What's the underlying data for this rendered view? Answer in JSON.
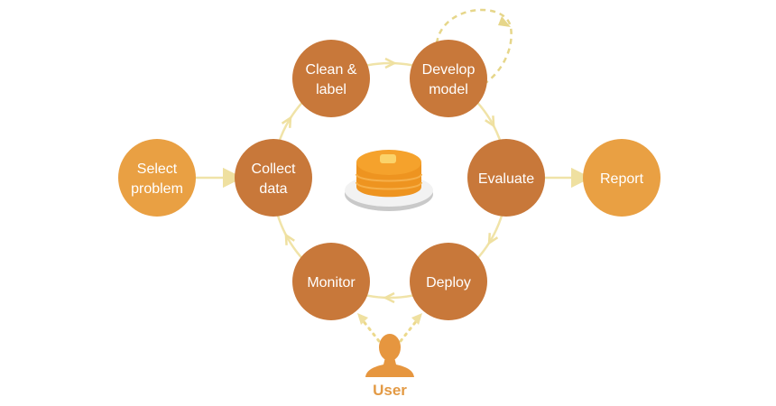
{
  "colors": {
    "cycle_node": "#c8783a",
    "outer_node": "#e9a043",
    "connector": "#efe0a0",
    "user": "#e6963f"
  },
  "nodes": [
    {
      "id": "select-problem",
      "lines": [
        "Select",
        "problem"
      ],
      "kind": "outer"
    },
    {
      "id": "collect-data",
      "lines": [
        "Collect",
        "data"
      ],
      "kind": "cycle"
    },
    {
      "id": "clean-label",
      "lines": [
        "Clean &",
        "label"
      ],
      "kind": "cycle"
    },
    {
      "id": "develop-model",
      "lines": [
        "Develop",
        "model"
      ],
      "kind": "cycle"
    },
    {
      "id": "evaluate",
      "lines": [
        "Evaluate"
      ],
      "kind": "cycle"
    },
    {
      "id": "deploy",
      "lines": [
        "Deploy"
      ],
      "kind": "cycle"
    },
    {
      "id": "monitor",
      "lines": [
        "Monitor"
      ],
      "kind": "cycle"
    },
    {
      "id": "report",
      "lines": [
        "Report"
      ],
      "kind": "outer"
    }
  ],
  "center_icon": "pancake-stack-icon",
  "user": {
    "label": "User",
    "icon": "user-silhouette-icon"
  }
}
